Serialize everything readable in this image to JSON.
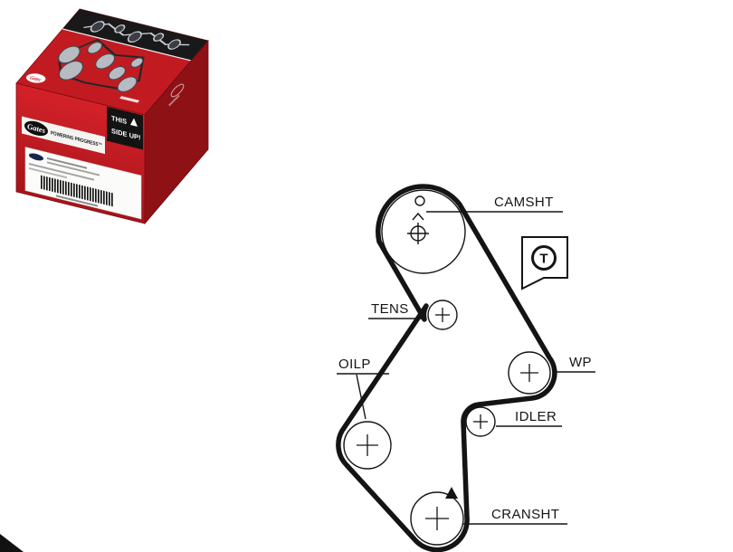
{
  "product_box": {
    "brand": "Gates",
    "tagline": "POWERING PROGRESS™",
    "badge": {
      "line1": "THIS",
      "line2": "SIDE UP!"
    },
    "colors": {
      "box_red": "#c11b21",
      "box_dark_red": "#8e1116",
      "band_black": "#191919"
    }
  },
  "belt_diagram": {
    "labels": {
      "camshaft": "CAMSHT",
      "tensioner": "TENS",
      "oil_pump": "OILP",
      "water_pump": "WP",
      "idler": "IDLER",
      "crankshaft": "CRANSHT",
      "timing_mark": "T"
    },
    "belt_color": "#141414"
  }
}
